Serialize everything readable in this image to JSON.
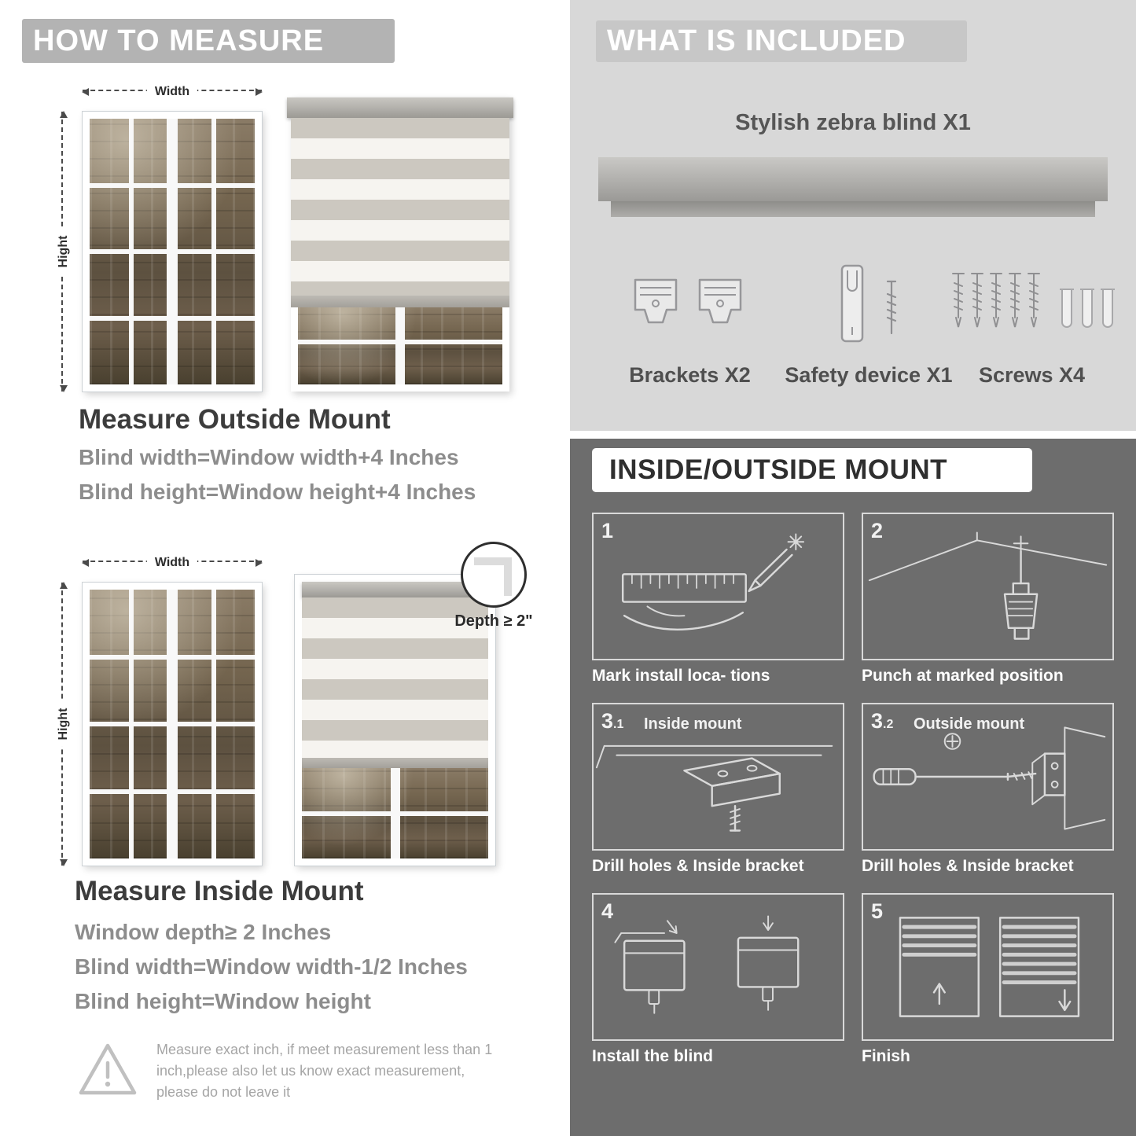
{
  "measure": {
    "header": "HOW TO MEASURE",
    "width_label": "Width",
    "height_label": "Hight",
    "outside": {
      "title": "Measure Outside Mount",
      "lines": [
        "Blind width=Window width+4 Inches",
        "Blind height=Window height+4 Inches"
      ]
    },
    "inside": {
      "title": "Measure Inside Mount",
      "depth_callout": "Depth ≥ 2\"",
      "lines": [
        "Window depth≥ 2 Inches",
        "Blind width=Window width-1/2 Inches",
        "Blind height=Window height"
      ]
    },
    "warning_text": "Measure exact inch, if meet measurement less than 1 inch,please also let us know exact measurement, please do not leave it"
  },
  "included": {
    "header": "WHAT IS INCLUDED",
    "blind_label": "Stylish zebra blind X1",
    "items": [
      {
        "label": "Brackets X2",
        "icon": "brackets-icon"
      },
      {
        "label": "Safety device X1",
        "icon": "safety-device-icon"
      },
      {
        "label": "Screws X4",
        "icon": "screws-icon"
      }
    ]
  },
  "mount": {
    "header": "INSIDE/OUTSIDE MOUNT",
    "steps": [
      {
        "num": "1",
        "sub": "",
        "title": "",
        "caption": "Mark install loca- tions"
      },
      {
        "num": "2",
        "sub": "",
        "title": "",
        "caption": "Punch at  marked position"
      },
      {
        "num": "3",
        "sub": ".1",
        "title": "Inside mount",
        "caption": "Drill holes &  Inside bracket"
      },
      {
        "num": "3",
        "sub": ".2",
        "title": "Outside mount",
        "caption": "Drill holes &  Inside bracket"
      },
      {
        "num": "4",
        "sub": "",
        "title": "",
        "caption": "Install the blind"
      },
      {
        "num": "5",
        "sub": "",
        "title": "",
        "caption": "Finish"
      }
    ]
  },
  "colors": {
    "accent_grey": "#b3b3b3",
    "panel_light": "#d8d8d8",
    "panel_dark": "#6d6d6d"
  }
}
